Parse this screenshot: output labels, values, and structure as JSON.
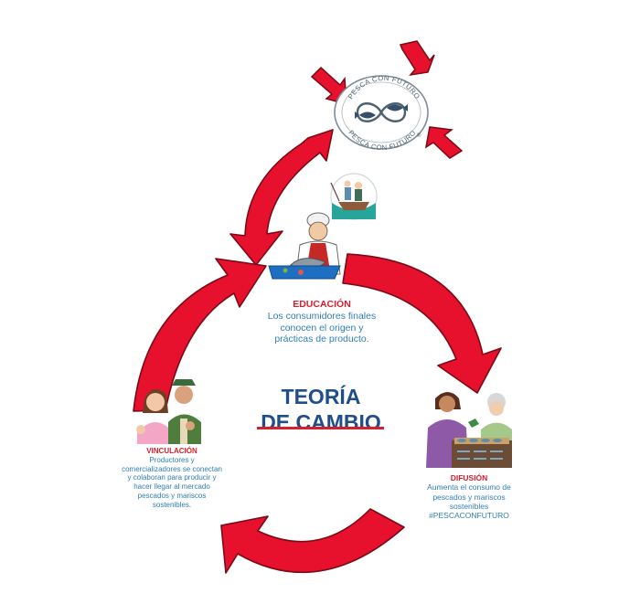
{
  "colors": {
    "arrow": "#e8112d",
    "arrow_edge": "#7a0a16",
    "heading": "#1f4e8c",
    "accent": "#d6202e",
    "body_text": "#2f7fb3"
  },
  "logo": {
    "text_top": "PESCA CON FUTURO",
    "text_bottom": "PESCA CON FUTURO",
    "mark": "®"
  },
  "title": {
    "line1": "TEORÍA",
    "line2": "DE CAMBIO"
  },
  "stages": {
    "educacion": {
      "title": "EDUCACIÓN",
      "text": "Los consumidores finales conocen el origen y prácticas de producto."
    },
    "vinculacion": {
      "title": "VINCULACIÓN",
      "text": "Productores y comercializadores se conectan y colaboran para producir y hacer llegar al mercado pescados y mariscos sostenibles."
    },
    "difusion": {
      "title": "DIFUSIÓN",
      "text": "Aumenta el consumo de pescados y mariscos sostenibles #PESCACONFUTURO"
    }
  }
}
